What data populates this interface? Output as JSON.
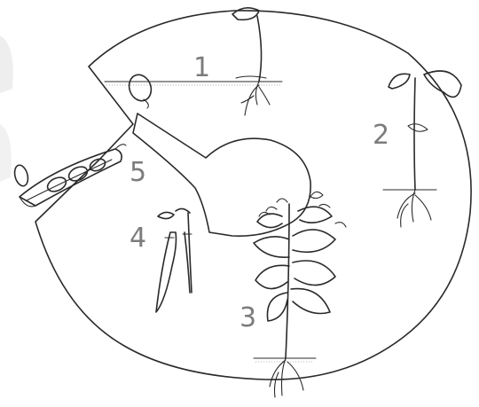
{
  "diagram": {
    "stage_labels": [
      "1",
      "2",
      "3",
      "4",
      "5"
    ]
  }
}
